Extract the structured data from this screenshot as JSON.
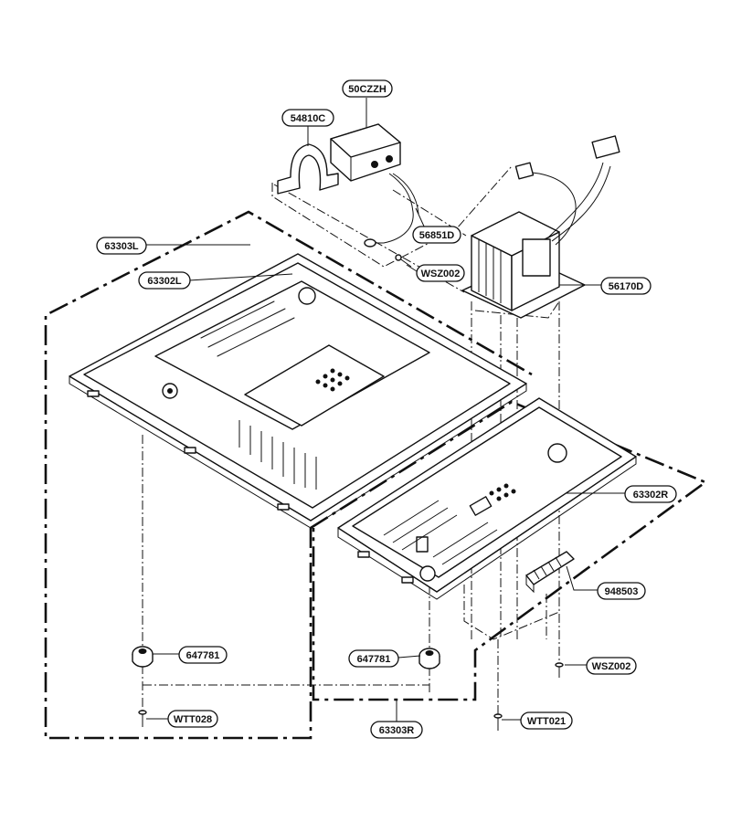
{
  "callouts": [
    {
      "id": "50CZZH",
      "label": "50CZZH"
    },
    {
      "id": "54810C",
      "label": "54810C"
    },
    {
      "id": "56851D",
      "label": "56851D"
    },
    {
      "id": "WSZ002a",
      "label": "WSZ002"
    },
    {
      "id": "56170D",
      "label": "56170D"
    },
    {
      "id": "63303L",
      "label": "63303L"
    },
    {
      "id": "63302L",
      "label": "63302L"
    },
    {
      "id": "63302R",
      "label": "63302R"
    },
    {
      "id": "948503",
      "label": "948503"
    },
    {
      "id": "WSZ002b",
      "label": "WSZ002"
    },
    {
      "id": "647781a",
      "label": "647781"
    },
    {
      "id": "647781b",
      "label": "647781"
    },
    {
      "id": "WTT028",
      "label": "WTT028"
    },
    {
      "id": "63303R",
      "label": "63303R"
    },
    {
      "id": "WTT021",
      "label": "WTT021"
    }
  ]
}
